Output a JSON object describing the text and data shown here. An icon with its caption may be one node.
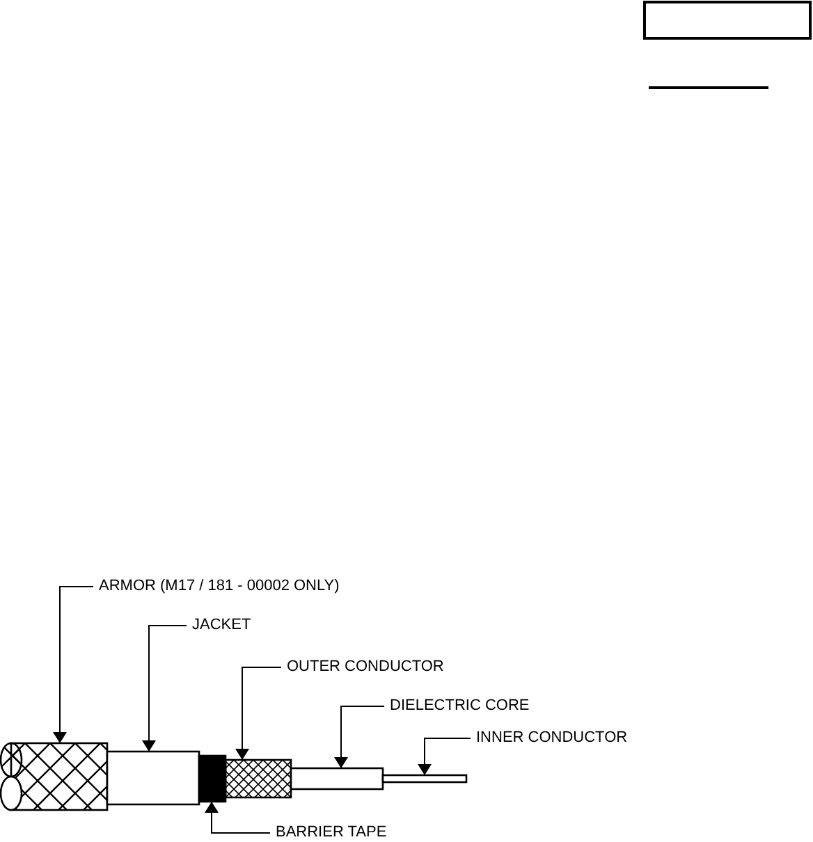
{
  "diagram": {
    "nodes": [
      {
        "text": [
          "ARMOR  (M17 / 181 - 00002 ONLY)"
        ]
      },
      {
        "text": [
          "JACKET"
        ]
      },
      {
        "text": [
          "OUTER CONDUCTOR"
        ]
      },
      {
        "text": [
          "DIELECTRIC CORE"
        ]
      },
      {
        "text": [
          "INNER CONDUCTOR"
        ]
      },
      {
        "text": [
          "BARRIER TAPE"
        ]
      },
      {
        "text": [],
        "shape": "cylinder"
      },
      {
        "text": [],
        "shape": "cylinder"
      },
      {
        "text": [],
        "shape": "cylinder"
      },
      {
        "text": [],
        "shape": "cylinder"
      },
      {
        "text": [],
        "shape": "cylinder"
      },
      {
        "text": [],
        "shape": "cylinder"
      }
    ],
    "edges": [
      {
        "from": 0,
        "to": 6,
        "arrow": "to"
      },
      {
        "from": 1,
        "to": 7,
        "arrow": "to"
      },
      {
        "from": 2,
        "to": 9,
        "arrow": "to"
      },
      {
        "from": 3,
        "to": 10,
        "arrow": "to"
      },
      {
        "from": 4,
        "to": 11,
        "arrow": "to"
      },
      {
        "from": 5,
        "to": 8,
        "arrow": "to"
      }
    ]
  }
}
